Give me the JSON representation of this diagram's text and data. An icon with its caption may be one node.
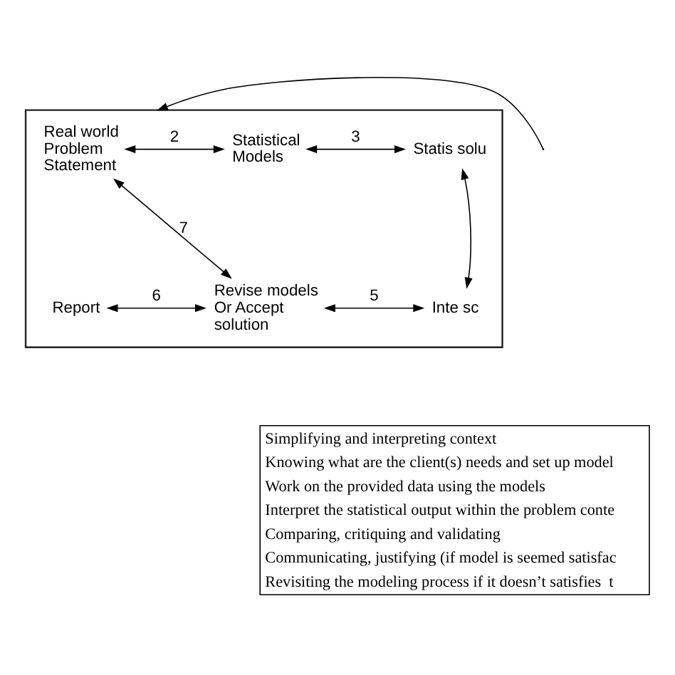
{
  "diagram": {
    "nodes": [
      {
        "text": [],
        "shape": "box"
      },
      {
        "text": [
          "Real world Problem Statement"
        ],
        "in": 0
      },
      {
        "text": [
          "Statistical Models"
        ],
        "in": 0
      },
      {
        "text": [
          "Statis solu"
        ],
        "in": 0
      },
      {
        "text": [
          "Report"
        ],
        "in": 0
      },
      {
        "text": [
          "Revise models Or Accept solution"
        ],
        "in": 0
      },
      {
        "text": [
          "Inte sc"
        ],
        "in": 0
      }
    ],
    "edges": [
      {
        "from": null,
        "to": 0,
        "arrow": "to"
      },
      {
        "from": 1,
        "to": 2,
        "arrow": "both",
        "label": "2"
      },
      {
        "from": 2,
        "to": 3,
        "arrow": "both",
        "label": "3"
      },
      {
        "from": 3,
        "to": 6,
        "arrow": "both"
      },
      {
        "from": 5,
        "to": 6,
        "arrow": "both",
        "label": "5"
      },
      {
        "from": 4,
        "to": 5,
        "arrow": "both",
        "label": "6"
      },
      {
        "from": 1,
        "to": 5,
        "arrow": "both",
        "label": "7"
      }
    ],
    "labels": [
      "Simplifying and interpreting context",
      "Knowing what are the client(s) needs and set up model",
      "Work on the provided data using the models",
      "Interpret the statistical output within the problem conte",
      "Comparing, critiquing and validating",
      "Communicating, justifying (if model is seemed satisfac",
      "Revisiting the modeling process if it doesn’t satisfies  t"
    ]
  }
}
